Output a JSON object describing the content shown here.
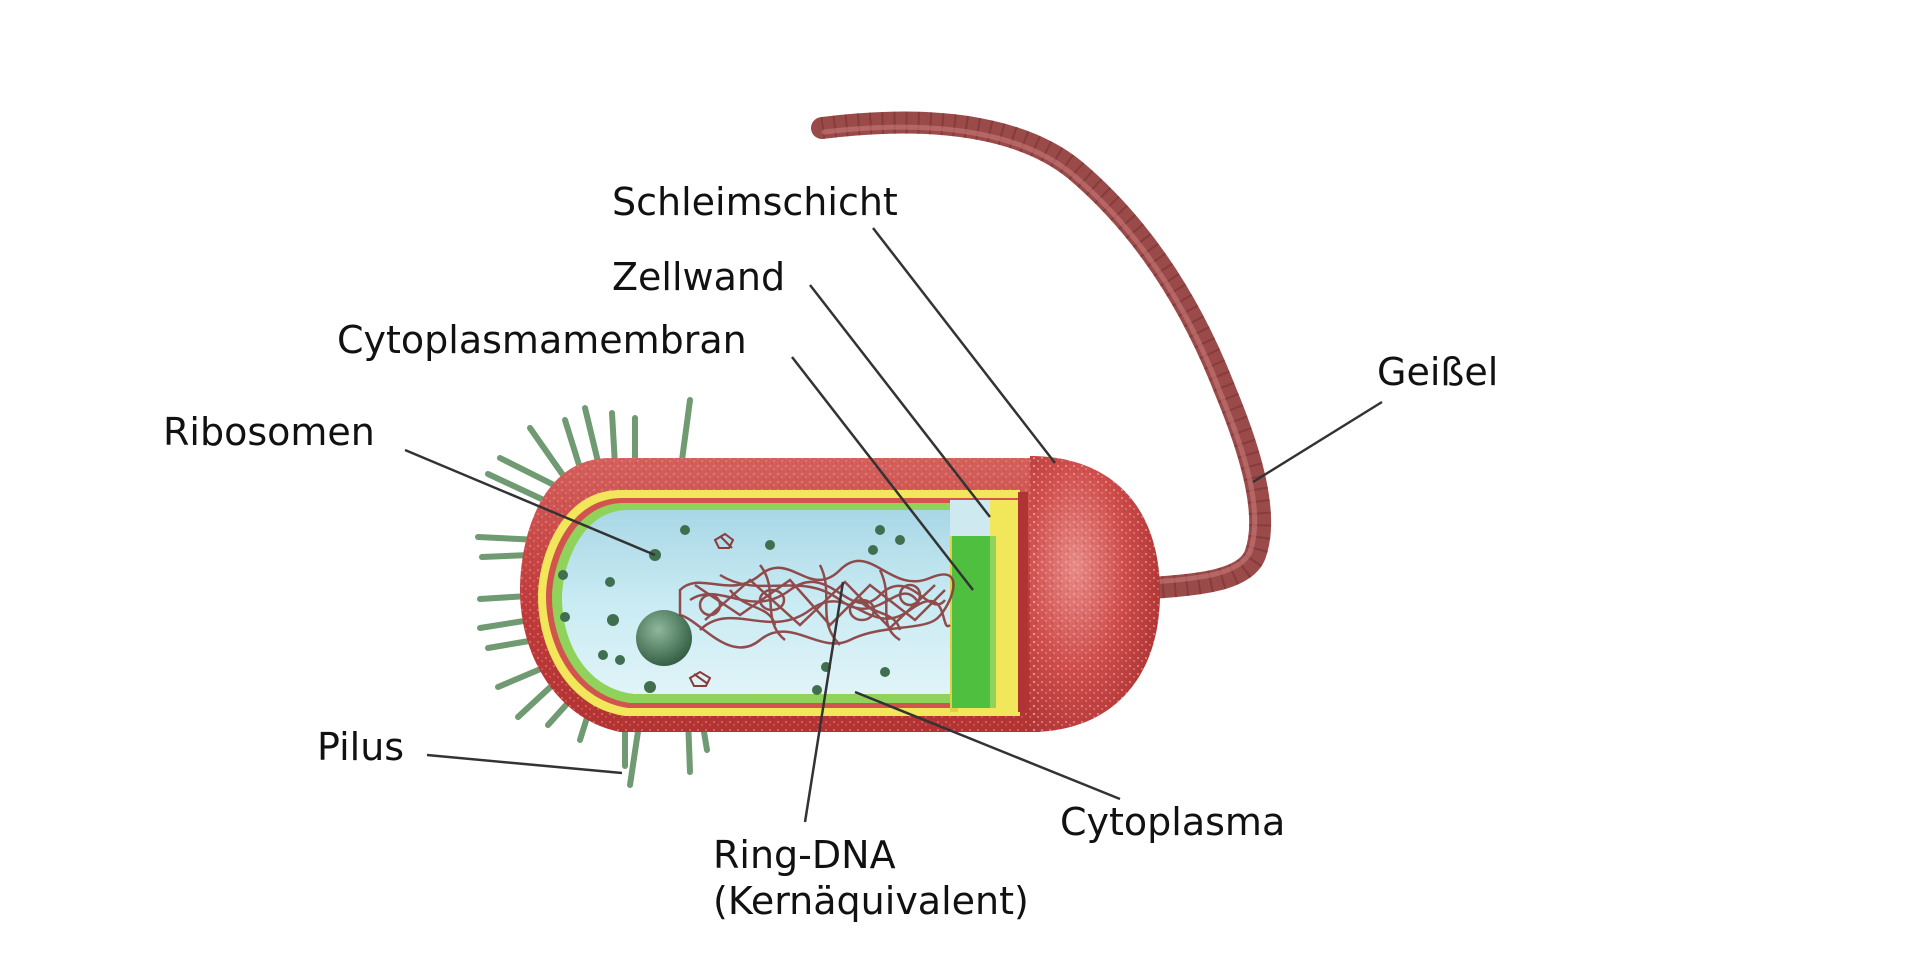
{
  "labels": {
    "schleimschicht": "Schleimschicht",
    "zellwand": "Zellwand",
    "cytoplasmamembran": "Cytoplasmamembran",
    "ribosomen": "Ribosomen",
    "geissel": "Geißel",
    "pilus": "Pilus",
    "cytoplasma": "Cytoplasma",
    "ring_dna_line1": "Ring-DNA",
    "ring_dna_line2": "(Kernäquivalent)"
  },
  "colors": {
    "capsule": "#c8403f",
    "capsule_dark": "#a02a2a",
    "cell_wall": "#f2e65a",
    "membrane": "#8fd35a",
    "membrane_inner": "#4fbf3f",
    "cytoplasma": "#bfe3ee",
    "cytoplasma_dark": "#8fc3d3",
    "flagellum": "#9b4a4a",
    "pili": "#6f9a72",
    "ribosome": "#3f6f4f",
    "dna": "#8a3a3a",
    "leader_line": "#333333"
  }
}
